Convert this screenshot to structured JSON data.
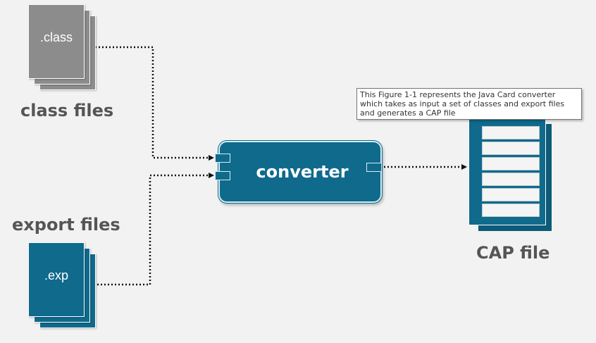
{
  "diagram": {
    "class_doc": {
      "text": ".class",
      "color": "#8c8c8c"
    },
    "class_label": "class files",
    "export_doc": {
      "text": ".exp",
      "color": "#0f6a8c"
    },
    "export_label": "export files",
    "converter": {
      "label": "converter",
      "color": "#0f6a8c"
    },
    "cap_label": "CAP file",
    "cap_rows": 6,
    "tooltip": "This Figure 1-1 represents the Java Card converter which takes as input a set of classes and export files and generates a CAP file"
  }
}
